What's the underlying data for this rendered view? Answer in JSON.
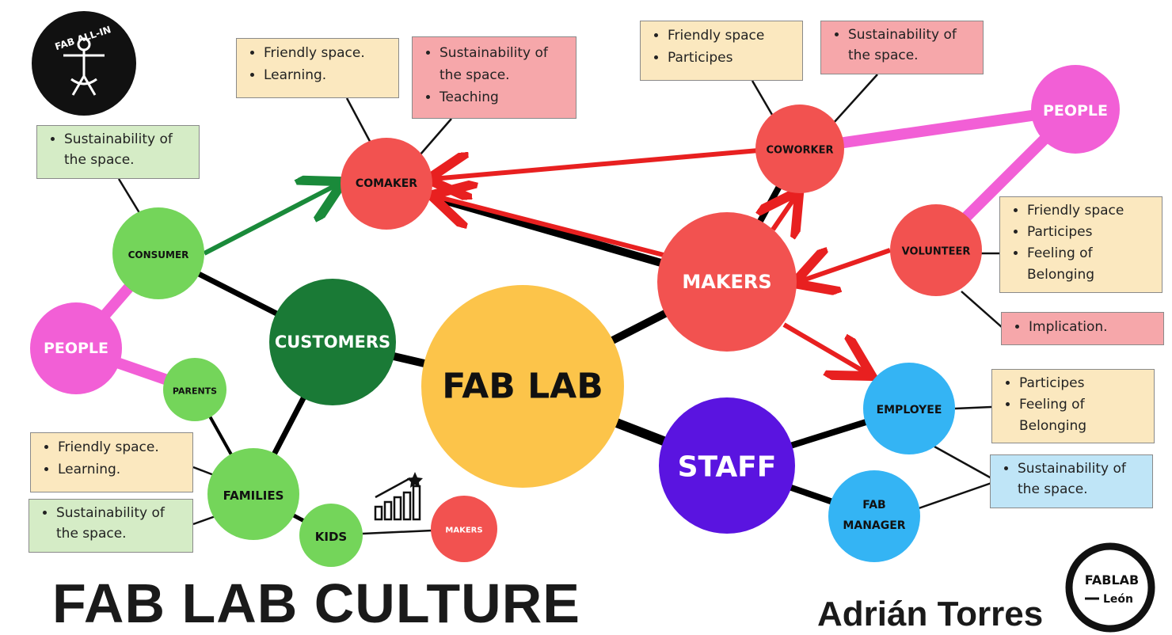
{
  "title": "FAB LAB CULTURE",
  "author": "Adrián Torres",
  "logo_top_left_text": "FAB ALL-IN",
  "logo_bottom_right": {
    "line1": "FABLAB",
    "line2": "León"
  },
  "nodes": {
    "fablab": "FAB LAB",
    "customers": "CUSTOMERS",
    "staff": "STAFF",
    "makers": "MAKERS",
    "comaker": "COMAKER",
    "coworker": "COWORKER",
    "volunteer": "VOLUNTEER",
    "people_right": "PEOPLE",
    "people_left": "PEOPLE",
    "consumer": "CONSUMER",
    "parents": "PARENTS",
    "families": "FAMILIES",
    "kids": "KIDS",
    "makers_small": "MAKERS",
    "employee": "EMPLOYEE",
    "fab_manager_1": "FAB",
    "fab_manager_2": "MANAGER"
  },
  "notes": {
    "comaker_yellow": [
      "Friendly space.",
      "Learning."
    ],
    "comaker_pink": [
      "Sustainability of the space.",
      "Teaching"
    ],
    "coworker_yellow": [
      "Friendly space",
      "Participes"
    ],
    "coworker_pink": [
      "Sustainability of the space."
    ],
    "consumer_green": [
      "Sustainability of the space."
    ],
    "volunteer_yellow": [
      "Friendly space",
      "Participes",
      "Feeling of Belonging"
    ],
    "volunteer_pink": [
      "Implication."
    ],
    "families_yellow": [
      "Friendly space.",
      "Learning."
    ],
    "families_green": [
      "Sustainability of the space."
    ],
    "employee_yellow": [
      "Participes",
      "Feeling of Belonging"
    ],
    "staff_blue": [
      "Sustainability of the space."
    ]
  },
  "colors": {
    "fablab": "#fcc44a",
    "makers_red": "#f25250",
    "customers_dark_green": "#1a7a36",
    "light_green": "#74d55a",
    "staff_purple": "#5a14e0",
    "blue": "#34b4f4",
    "magenta": "#f25fd6",
    "arrow_red": "#e82020",
    "arrow_green": "#1a8a3a"
  }
}
